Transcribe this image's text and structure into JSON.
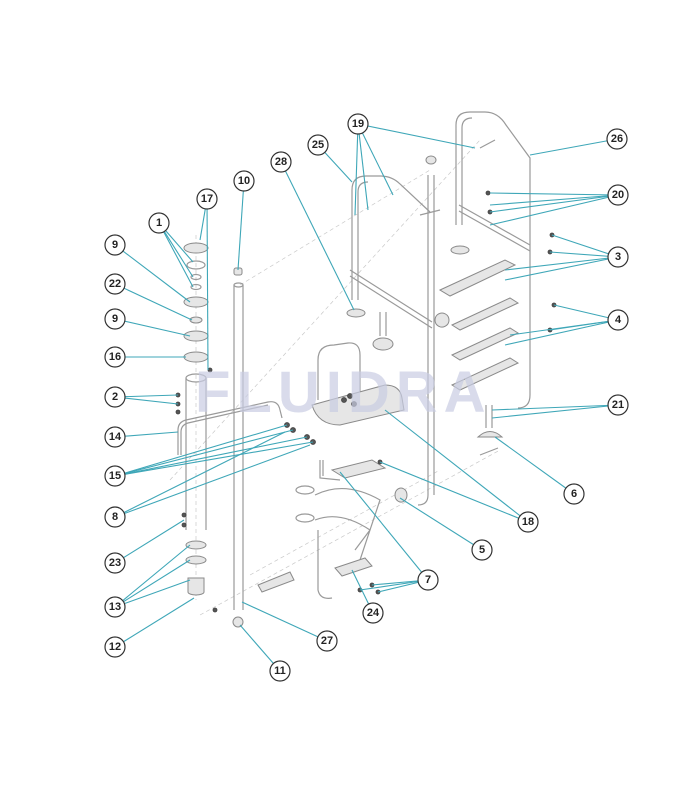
{
  "watermark": "FLUIDRA",
  "callouts": [
    "26",
    "19",
    "25",
    "28",
    "10",
    "17",
    "1",
    "9",
    "22",
    "9",
    "16",
    "2",
    "14",
    "15",
    "8",
    "23",
    "13",
    "12",
    "11",
    "27",
    "24",
    "7",
    "5",
    "18",
    "6",
    "21",
    "4",
    "3",
    "20"
  ],
  "colors": {
    "leader": "#3fa7b8",
    "part": "#9a9a9a",
    "watermark": "#c9cde3"
  }
}
